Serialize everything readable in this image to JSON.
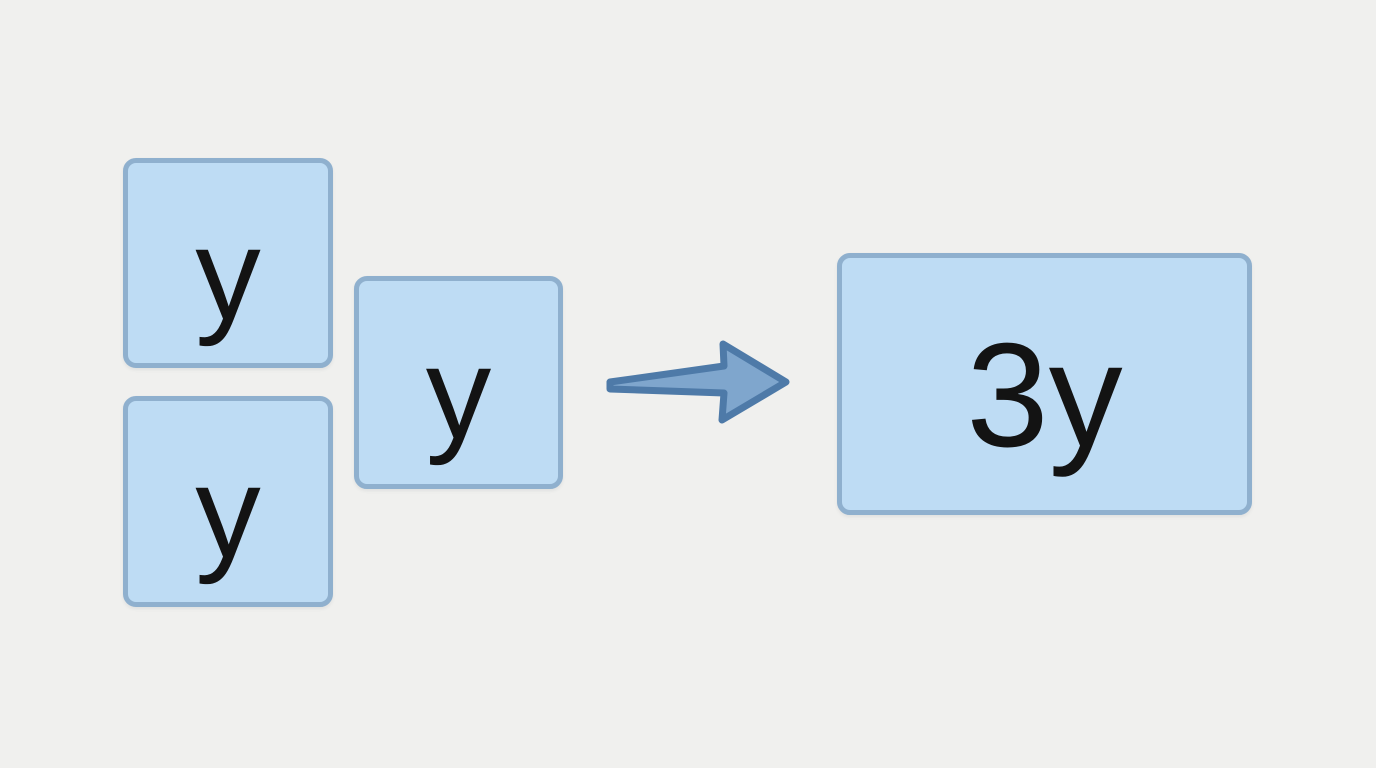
{
  "diagram": {
    "description": "three y tiles combine into one 3y tile",
    "terms": [
      {
        "label": "y"
      },
      {
        "label": "y"
      },
      {
        "label": "y"
      }
    ],
    "result": {
      "label": "3y"
    },
    "colors": {
      "background": "#f0f0ee",
      "box_fill": "#bedcf4",
      "box_border": "#8fb0ce",
      "arrow_fill": "#7fa6cd",
      "arrow_border": "#4e7aa8",
      "text": "#131313"
    }
  }
}
